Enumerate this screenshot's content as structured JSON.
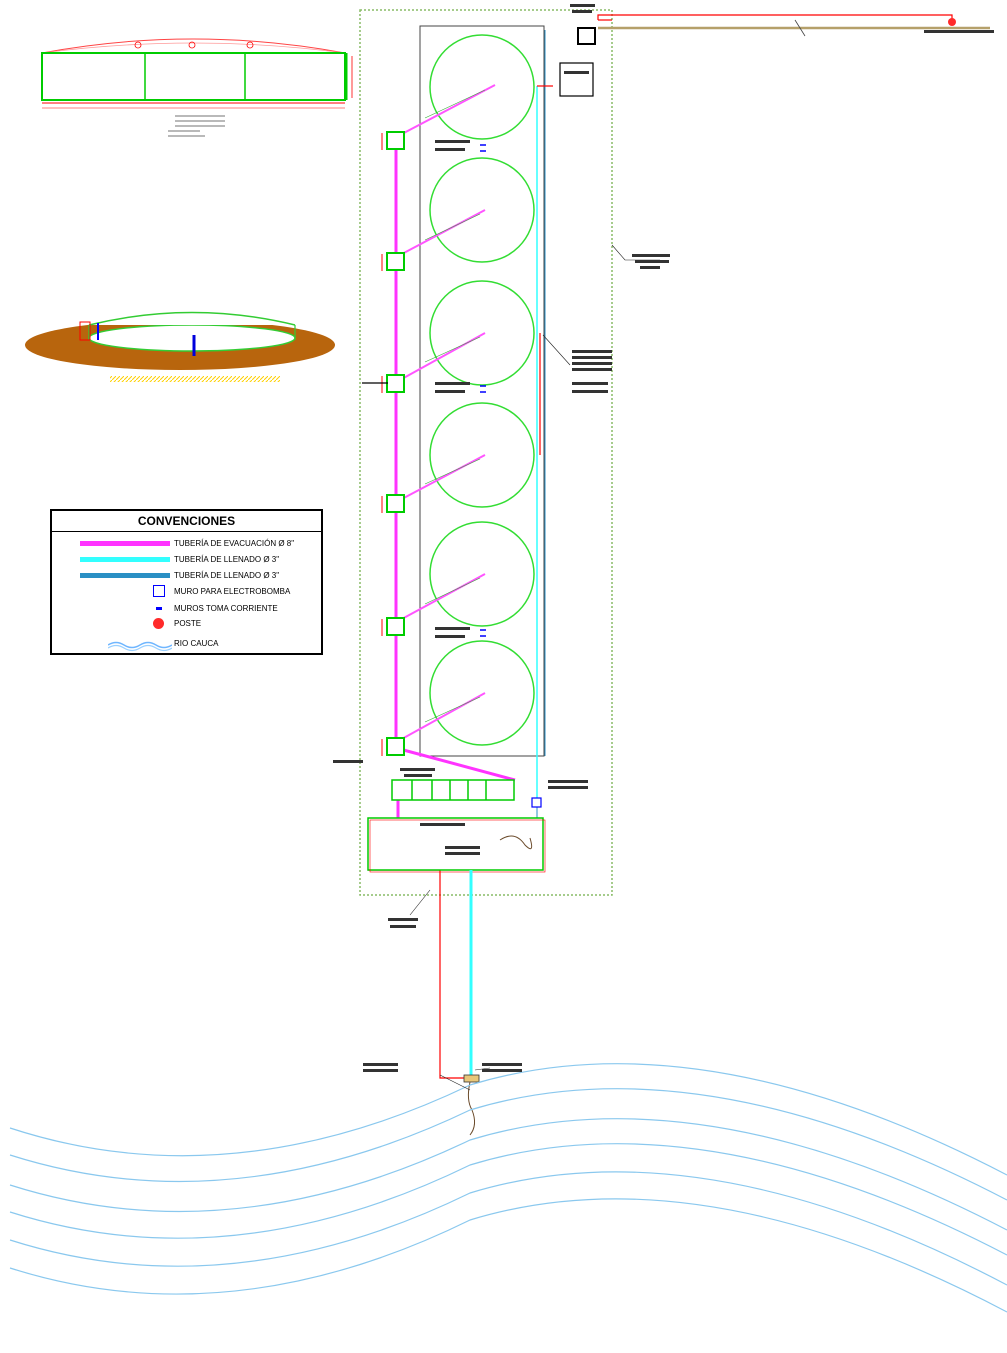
{
  "legend": {
    "title": "CONVENCIONES",
    "items": [
      {
        "label": "TUBERÍA  DE EVACUACIÓN  Ø 8\"",
        "color": "#ff33ff",
        "symbol": "thick-line"
      },
      {
        "label": "TUBERÍA  DE LLENADO  Ø 3\"",
        "color": "#33ffff",
        "symbol": "thick-line"
      },
      {
        "label": "TUBERÍA  DE LLENADO  Ø 3\"",
        "color": "#2a8fc4",
        "symbol": "thick-line"
      },
      {
        "label": "MURO PARA ELECTROBOMBA",
        "color": "#0000ff",
        "symbol": "square-outline"
      },
      {
        "label": "MUROS TOMA CORRIENTE",
        "color": "#0000ff",
        "symbol": "dash"
      },
      {
        "label": "POSTE",
        "color": "#ff2a2a",
        "symbol": "filled-circle"
      },
      {
        "label": "RIO CAUCA",
        "color": "#6fb6ff",
        "symbol": "wave"
      }
    ]
  },
  "colors": {
    "evacuation_pipe": "#ff33ff",
    "fill_pipe_light": "#33ffff",
    "fill_pipe_dark": "#2a8fc4",
    "electrical_line": "#ff0000",
    "ponds": "#33dd33",
    "river": "#8ac8ee",
    "boundary": "#88bb66",
    "ground": "#b8650d"
  },
  "icons": [
    "square-outline-icon",
    "dash-icon",
    "post-circle-icon",
    "river-wave-icon"
  ]
}
